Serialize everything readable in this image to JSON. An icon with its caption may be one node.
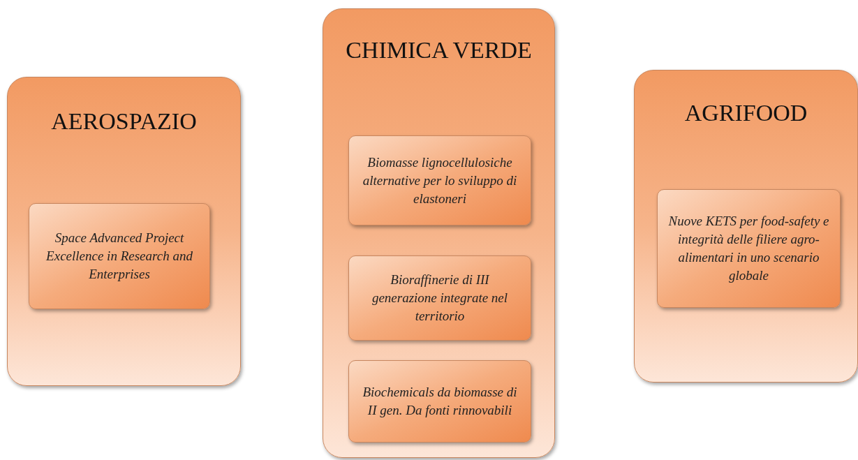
{
  "diagram": {
    "nodes": [
      {
        "text": [
          "AEROSPAZIO"
        ]
      },
      {
        "text": [
          "Space Advanced Project Excellence in Research and Enterprises"
        ],
        "in": 0
      },
      {
        "text": [
          "CHIMICA VERDE"
        ]
      },
      {
        "text": [
          "Biomasse lignocellulosiche alternative per lo sviluppo di elastoneri"
        ],
        "in": 2
      },
      {
        "text": [
          "Bioraffinerie di III generazione integrate nel territorio"
        ],
        "in": 2
      },
      {
        "text": [
          "Biochemicals da biomasse di II gen. Da fonti rinnovabili"
        ],
        "in": 2
      },
      {
        "text": [
          "AGRIFOOD"
        ]
      },
      {
        "text": [
          "Nuove KETS per food-safety e integrità delle filiere agro-alimentari in uno scenario globale"
        ],
        "in": 6
      }
    ]
  }
}
